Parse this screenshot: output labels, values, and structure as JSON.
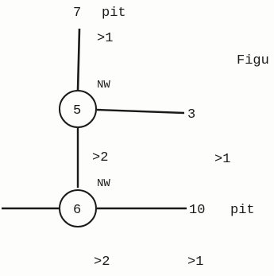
{
  "figure": {
    "caption": "Figu"
  },
  "nodes": [
    {
      "id": "5",
      "label": "5",
      "tag": "NW"
    },
    {
      "id": "6",
      "label": "6",
      "tag": "NW"
    }
  ],
  "endpoints": [
    {
      "id": "7",
      "label": "7",
      "note": "pit"
    },
    {
      "id": "3",
      "label": "3"
    },
    {
      "id": "10",
      "label": "10",
      "note": "pit"
    }
  ],
  "annotations": {
    "top_edge": ">1",
    "below_5": ">2",
    "right_of_3": ">1",
    "below_6": ">2",
    "below_10": ">1"
  },
  "colors": {
    "ink": "#1a1a1a",
    "paper": "#fdfdfc"
  }
}
